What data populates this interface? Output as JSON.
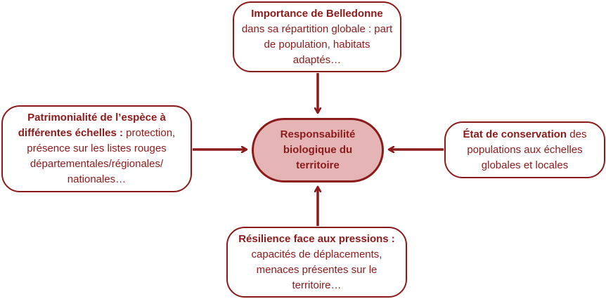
{
  "diagram": {
    "center": {
      "label": "Responsabilité biologique du territoire"
    },
    "nodes": {
      "top": {
        "title": "Importance de Belledonne",
        "text": "dans sa répartition globale : part de population, habitats adaptés…"
      },
      "left": {
        "title": "Patrimonialité de l’espèce à différentes échelles :",
        "text": "protection, présence sur les listes rouges départementales/régionales/ nationales…"
      },
      "right": {
        "title": "État de conservation",
        "text": "des populations aux échelles globales et locales"
      },
      "bottom": {
        "title": "Résilience face aux pressions :",
        "text": "capacités de déplacements, menaces présentes sur le territoire…"
      }
    },
    "colors": {
      "accent": "#8b1a1a",
      "center_fill": "#e5b5b6",
      "background": "#ffffff"
    }
  }
}
